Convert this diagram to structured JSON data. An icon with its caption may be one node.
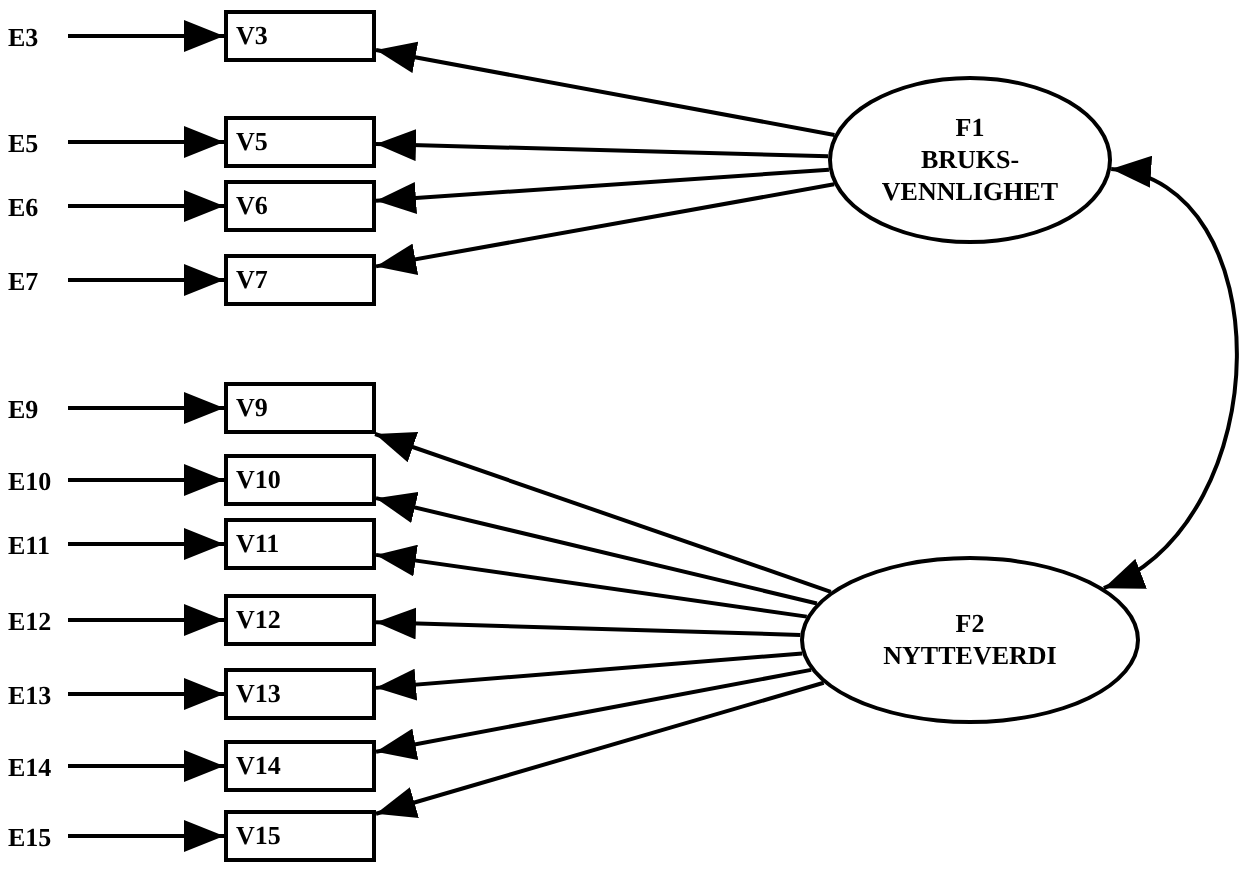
{
  "diagram": {
    "nodes": [
      {
        "text": [
          "E3"
        ]
      },
      {
        "text": [
          "E5"
        ]
      },
      {
        "text": [
          "E6"
        ]
      },
      {
        "text": [
          "E7"
        ]
      },
      {
        "text": [
          "E9"
        ]
      },
      {
        "text": [
          "E10"
        ]
      },
      {
        "text": [
          "E11"
        ]
      },
      {
        "text": [
          "E12"
        ]
      },
      {
        "text": [
          "E13"
        ]
      },
      {
        "text": [
          "E14"
        ]
      },
      {
        "text": [
          "E15"
        ]
      },
      {
        "text": [
          "V3"
        ]
      },
      {
        "text": [
          "V5"
        ]
      },
      {
        "text": [
          "V6"
        ]
      },
      {
        "text": [
          "V7"
        ]
      },
      {
        "text": [
          "V9"
        ]
      },
      {
        "text": [
          "V10"
        ]
      },
      {
        "text": [
          "V11"
        ]
      },
      {
        "text": [
          "V12"
        ]
      },
      {
        "text": [
          "V13"
        ]
      },
      {
        "text": [
          "V14"
        ]
      },
      {
        "text": [
          "V15"
        ]
      },
      {
        "text": [
          "F1",
          "BRUKS- VENNLIGHET"
        ]
      },
      {
        "text": [
          "F2",
          "NYTTEVERDI"
        ]
      }
    ],
    "edges": [
      {
        "from": 0,
        "to": 11,
        "arrow": "to"
      },
      {
        "from": 1,
        "to": 12,
        "arrow": "to"
      },
      {
        "from": 2,
        "to": 13,
        "arrow": "to"
      },
      {
        "from": 3,
        "to": 14,
        "arrow": "to"
      },
      {
        "from": 4,
        "to": 15,
        "arrow": "to"
      },
      {
        "from": 5,
        "to": 16,
        "arrow": "to"
      },
      {
        "from": 6,
        "to": 17,
        "arrow": "to"
      },
      {
        "from": 7,
        "to": 18,
        "arrow": "to"
      },
      {
        "from": 8,
        "to": 19,
        "arrow": "to"
      },
      {
        "from": 9,
        "to": 20,
        "arrow": "to"
      },
      {
        "from": 10,
        "to": 21,
        "arrow": "to"
      },
      {
        "from": 22,
        "to": 11,
        "arrow": "to"
      },
      {
        "from": 22,
        "to": 12,
        "arrow": "to"
      },
      {
        "from": 22,
        "to": 13,
        "arrow": "to"
      },
      {
        "from": 22,
        "to": 14,
        "arrow": "to"
      },
      {
        "from": 23,
        "to": 15,
        "arrow": "to"
      },
      {
        "from": 23,
        "to": 16,
        "arrow": "to"
      },
      {
        "from": 23,
        "to": 17,
        "arrow": "to"
      },
      {
        "from": 23,
        "to": 18,
        "arrow": "to"
      },
      {
        "from": 23,
        "to": 19,
        "arrow": "to"
      },
      {
        "from": 23,
        "to": 20,
        "arrow": "to"
      },
      {
        "from": 23,
        "to": 21,
        "arrow": "to"
      },
      {
        "from": 22,
        "to": 23,
        "arrow": "both"
      }
    ]
  }
}
